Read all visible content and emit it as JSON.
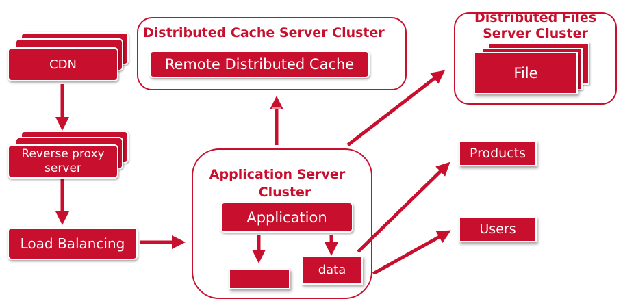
{
  "nodes": {
    "cdn": "CDN",
    "reverse_proxy_line1": "Reverse proxy",
    "reverse_proxy_line2": "server",
    "load_balancing": "Load Balancing",
    "cache_cluster_title": "Distributed Cache Server Cluster",
    "remote_cache": "Remote Distributed Cache",
    "files_cluster_title_line1": "Distributed Files",
    "files_cluster_title_line2": "Server Cluster",
    "file": "File",
    "app_cluster_title_line1": "Application Server",
    "app_cluster_title_line2": "Cluster",
    "application": "Application",
    "data": "data",
    "products": "Products",
    "users": "Users"
  },
  "colors": {
    "accent": "#c8102e",
    "background": "#ffffff"
  }
}
